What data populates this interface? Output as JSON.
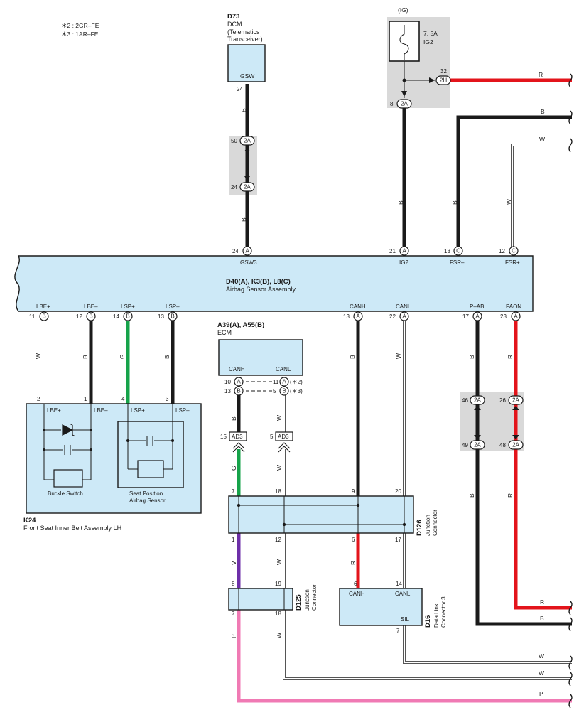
{
  "legend": {
    "note1": "＊2 : 2GR–FE",
    "note2": "＊3 : 1AR–FE"
  },
  "colors": {
    "B": "#1a1a1a",
    "R": "#e3141b",
    "G": "#16a34a",
    "V": "#6d2fa8",
    "P": "#f07ab4",
    "W": "#ffffff"
  },
  "d73": {
    "code": "D73",
    "name": "DCM",
    "sub1": "(Telematics",
    "sub2": "Transceiver)",
    "pin": "GSW",
    "pin_no": "24"
  },
  "ig": {
    "label": "(IG)",
    "fuse1": "7. 5A",
    "fuse2": "IG2",
    "c_2h": "2H",
    "c_2h_no": "32",
    "c_2a": "2A",
    "c_2a_no": "8"
  },
  "jc_top": {
    "a": "2A",
    "a_no": "50",
    "b": "2A",
    "b_no": "24"
  },
  "airbag": {
    "code": "D40(A), K3(B), L8(C)",
    "name": "Airbag Sensor Assembly",
    "top_pins": [
      {
        "label": "GSW3",
        "no": "24",
        "c": "A"
      },
      {
        "label": "IG2",
        "no": "21",
        "c": "A"
      },
      {
        "label": "FSR–",
        "no": "13",
        "c": "C"
      },
      {
        "label": "FSR+",
        "no": "12",
        "c": "C"
      }
    ],
    "bottom_pins": [
      {
        "label": "LBE+",
        "no": "11",
        "c": "B"
      },
      {
        "label": "LBE–",
        "no": "12",
        "c": "B"
      },
      {
        "label": "LSP+",
        "no": "14",
        "c": "B"
      },
      {
        "label": "LSP–",
        "no": "13",
        "c": "B"
      },
      {
        "label": "CANH",
        "no": "13",
        "c": "A"
      },
      {
        "label": "CANL",
        "no": "22",
        "c": "A"
      },
      {
        "label": "P–AB",
        "no": "17",
        "c": "A"
      },
      {
        "label": "PAON",
        "no": "23",
        "c": "A"
      }
    ]
  },
  "ecm": {
    "code": "A39(A), A55(B)",
    "name": "ECM",
    "canh": "CANH",
    "canl": "CANL",
    "row1": {
      "l_no": "10",
      "l_c": "A",
      "r_no": "11",
      "r_c": "A",
      "note": "(＊2)"
    },
    "row2": {
      "l_no": "13",
      "l_c": "B",
      "r_no": "5",
      "r_c": "B",
      "note": "(＊3)"
    },
    "ad1": "AD3",
    "ad1_no": "15",
    "ad2": "AD3",
    "ad2_no": "5"
  },
  "k24": {
    "code": "K24",
    "name": "Front Seat Inner Belt Assembly LH",
    "pins": [
      {
        "no": "2",
        "label": "LBE+"
      },
      {
        "no": "1",
        "label": "LBE–"
      },
      {
        "no": "4",
        "label": "LSP+"
      },
      {
        "no": "3",
        "label": "LSP–"
      }
    ],
    "buckle": "Buckle Switch",
    "seat1": "Seat Position",
    "seat2": "Airbag Sensor"
  },
  "d126": {
    "code": "D126",
    "name1": "Junction",
    "name2": "Connector",
    "top": [
      "7",
      "18",
      "9",
      "20"
    ],
    "bottom": [
      "1",
      "12",
      "6",
      "17"
    ]
  },
  "d125": {
    "code": "D125",
    "name1": "Junction",
    "name2": "Connector",
    "top": [
      "8",
      "19"
    ],
    "bottom": [
      "7",
      "18"
    ]
  },
  "d16": {
    "code": "D16",
    "name1": "Data Link",
    "name2": "Connector 3",
    "canh": "CANH",
    "canl": "CANL",
    "sil": "SIL",
    "top": [
      "6",
      "14"
    ],
    "bottom": "7"
  },
  "jc_right": {
    "a": "2A",
    "a_no": "46",
    "b": "2A",
    "b_no": "26",
    "c": "2A",
    "c_no": "49",
    "d": "2A",
    "d_no": "48"
  },
  "wire_colors": {
    "b": "B",
    "r": "R",
    "w": "W",
    "g": "G",
    "v": "V",
    "p": "P"
  }
}
